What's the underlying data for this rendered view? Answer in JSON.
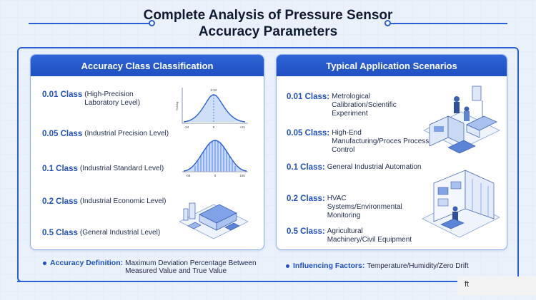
{
  "title": {
    "line1": "Complete Analysis of Pressure Sensor",
    "line2": "Accuracy Parameters"
  },
  "left_panel": {
    "header": "Accuracy Class Classification",
    "items": [
      {
        "cls": "0.01 Class",
        "desc": "(High-Precision Laboratory Level)"
      },
      {
        "cls": "0.05 Class",
        "desc": "(Industrial Precision Level)"
      },
      {
        "cls": "0.1 Class",
        "desc": "(Industrial Standard Level)"
      },
      {
        "cls": "0.2 Class",
        "desc": "(Industrial Economic Level)"
      },
      {
        "cls": "0.5 Class",
        "desc": "(General Industrial Level)"
      }
    ],
    "chart1": {
      "peak_label": "0.02",
      "ylabel": "Ticking",
      "x_ticks": [
        "-24",
        "0",
        "+24"
      ]
    },
    "chart2": {
      "x_ticks": [
        "-05",
        "0",
        "105"
      ]
    }
  },
  "right_panel": {
    "header": "Typical Application Scenarios",
    "items": [
      {
        "cls": "0.01 Class:",
        "desc": "Metrological Calibration/Scientific Experiment"
      },
      {
        "cls": "0.05 Class:",
        "desc": "High-End Manufacturing/Proces Process Control"
      },
      {
        "cls": "0.1 Class:",
        "desc": "General Industrial Automation"
      },
      {
        "cls": "0.2 Class:",
        "desc": "HVAC Systems/Environmental Monitoring"
      },
      {
        "cls": "0.5 Class:",
        "desc": "Agricultural Machinery/Civil Equipment"
      }
    ]
  },
  "footer": {
    "left_key": "Accuracy Definition:",
    "left_val": "Maximum Deviation Percentage Between Measured Value and True Value",
    "right_key": "Influencing Factors:",
    "right_val": "Temperature/Humidity/Zero Drift"
  },
  "watermark": "ft",
  "colors": {
    "accent": "#1f4fc0",
    "border": "#2a5fd6",
    "background": "#eaf1fb"
  }
}
